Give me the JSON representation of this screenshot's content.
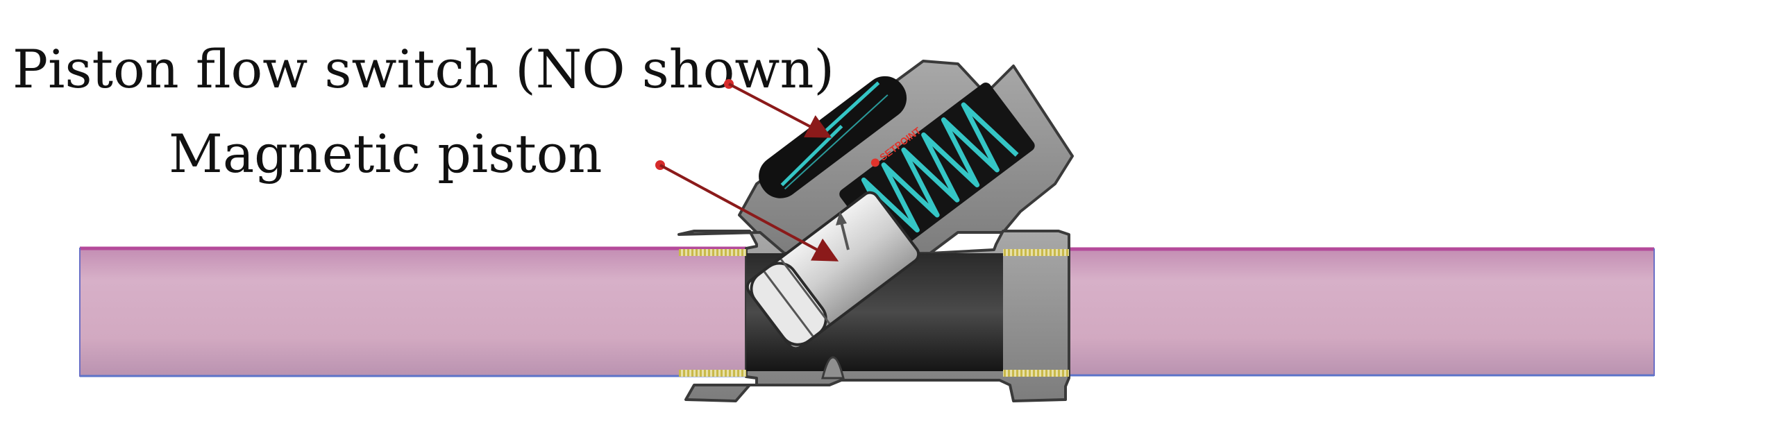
{
  "labels": {
    "switch": "Piston flow switch (NO shown)",
    "piston": "Magnetic piston"
  },
  "brand_mark": "SETPOINT",
  "colors": {
    "pipe": "#d2a9c1",
    "pipe_edge": "#b44a9a",
    "body": "#8f8f8f",
    "body_dark": "#1f1f1f",
    "spring": "#35c6c6",
    "thread": "#d6c95a",
    "arrow": "#8b1a1a",
    "brand": "#e0332b"
  },
  "icons": [
    "spring-icon",
    "reed-switch-icon",
    "magnetic-piston-icon",
    "flow-direction-arrow-icon",
    "brand-logo-icon"
  ]
}
